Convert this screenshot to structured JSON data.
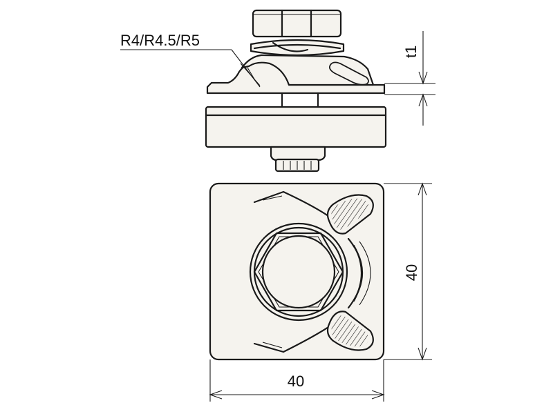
{
  "labels": {
    "radius_callout": "R4/R4.5/R5",
    "thickness_dim": "t1",
    "height_dim": "40",
    "width_dim": "40"
  },
  "colors": {
    "line": "#1a1a1a",
    "part_fill": "#f5f3ee",
    "background": "#ffffff"
  }
}
